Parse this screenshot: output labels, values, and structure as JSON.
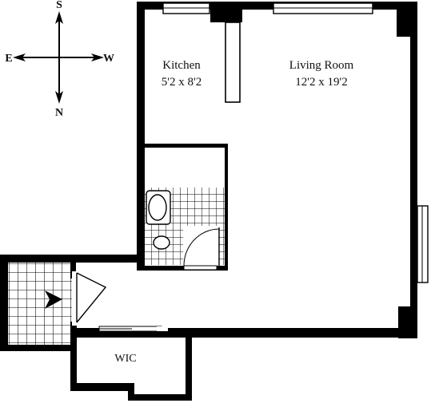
{
  "compass": {
    "top": "S",
    "left": "E",
    "right": "W",
    "bottom": "N"
  },
  "rooms": {
    "kitchen": {
      "name": "Kitchen",
      "size": "5'2 x 8'2"
    },
    "living": {
      "name": "Living Room",
      "size": "12'2 x 19'2"
    },
    "closet": {
      "name": "WIC"
    }
  },
  "colors": {
    "wall": "#000000",
    "window": "#ffffff",
    "tile_grid": "#000000"
  }
}
